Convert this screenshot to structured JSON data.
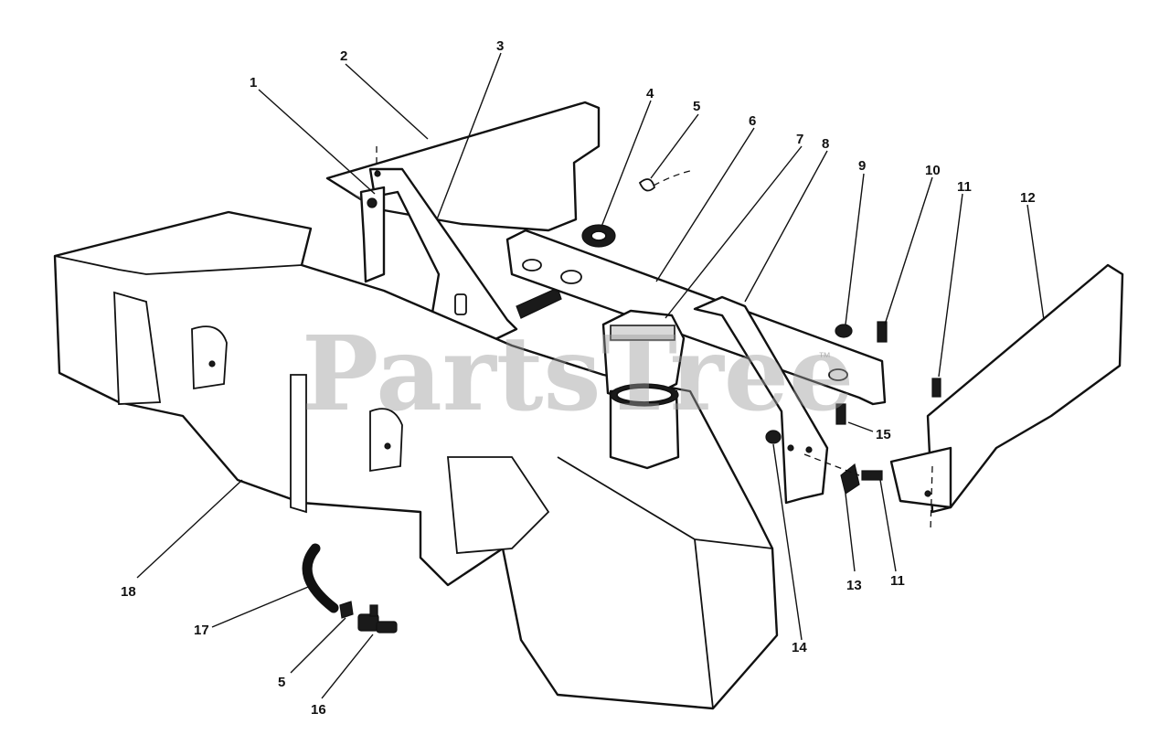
{
  "watermark": {
    "text": "PartsTree",
    "trademark": "™"
  },
  "callouts": [
    {
      "id": "c1",
      "label": "1"
    },
    {
      "id": "c2",
      "label": "2"
    },
    {
      "id": "c3",
      "label": "3"
    },
    {
      "id": "c4",
      "label": "4"
    },
    {
      "id": "c5a",
      "label": "5"
    },
    {
      "id": "c6",
      "label": "6"
    },
    {
      "id": "c7",
      "label": "7"
    },
    {
      "id": "c8",
      "label": "8"
    },
    {
      "id": "c9",
      "label": "9"
    },
    {
      "id": "c10",
      "label": "10"
    },
    {
      "id": "c11a",
      "label": "11"
    },
    {
      "id": "c12",
      "label": "12"
    },
    {
      "id": "c15",
      "label": "15"
    },
    {
      "id": "c11b",
      "label": "11"
    },
    {
      "id": "c13",
      "label": "13"
    },
    {
      "id": "c14",
      "label": "14"
    },
    {
      "id": "c18",
      "label": "18"
    },
    {
      "id": "c17",
      "label": "17"
    },
    {
      "id": "c5b",
      "label": "5"
    },
    {
      "id": "c16",
      "label": "16"
    }
  ],
  "colors": {
    "line": "#111111",
    "watermark": "#9c9c9c",
    "background": "#ffffff"
  }
}
